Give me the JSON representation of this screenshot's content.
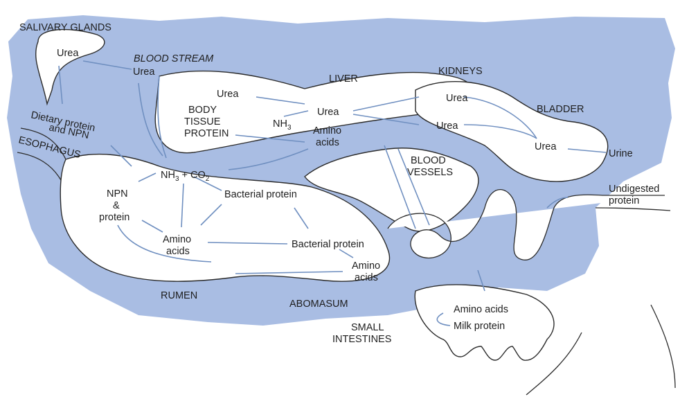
{
  "colors": {
    "blood_region": "#a9bde3",
    "arrow": "#6f8fc0",
    "background": "#ffffff",
    "outline": "#2b2b2b"
  },
  "labels": {
    "salivary_glands": "SALIVARY GLANDS",
    "blood_stream": "BLOOD STREAM",
    "liver": "LIVER",
    "kidneys": "KIDNEYS",
    "bladder": "BLADDER",
    "body_tissue_protein_1": "BODY",
    "body_tissue_protein_2": "TISSUE",
    "body_tissue_protein_3": "PROTEIN",
    "dietary_1": "Dietary protein",
    "dietary_2": "and NPN",
    "esophagus": "ESOPHAGUS",
    "rumen": "RUMEN",
    "abomasum": "ABOMASUM",
    "blood_vessels_1": "BLOOD",
    "blood_vessels_2": "VESSELS",
    "small_intestines_1": "SMALL",
    "small_intestines_2": "INTESTINES"
  },
  "nodes": {
    "urea_salivary": "Urea",
    "urea_stream_1": "Urea",
    "urea_stream_2": "Urea",
    "nh3_liver": "NH",
    "nh3_liver_sub": "3",
    "urea_liver": "Urea",
    "amino_liver_1": "Amino",
    "amino_liver_2": "acids",
    "urea_kidney_top": "Urea",
    "urea_kidney_bottom": "Urea",
    "urea_bladder": "Urea",
    "urine": "Urine",
    "nh3_co2_a": "NH",
    "nh3_co2_sub1": "3",
    "nh3_co2_b": " + CO",
    "nh3_co2_sub2": "2",
    "npn_1": "NPN",
    "npn_2": "&",
    "npn_3": "protein",
    "bacterial_protein_rumen": "Bacterial protein",
    "amino_rumen_1": "Amino",
    "amino_rumen_2": "acids",
    "bacterial_protein_abomasum": "Bacterial protein",
    "amino_abomasum_1": "Amino",
    "amino_abomasum_2": "acids",
    "undigested_1": "Undigested",
    "undigested_2": "protein",
    "amino_udder": "Amino acids",
    "milk_protein": "Milk protein"
  }
}
